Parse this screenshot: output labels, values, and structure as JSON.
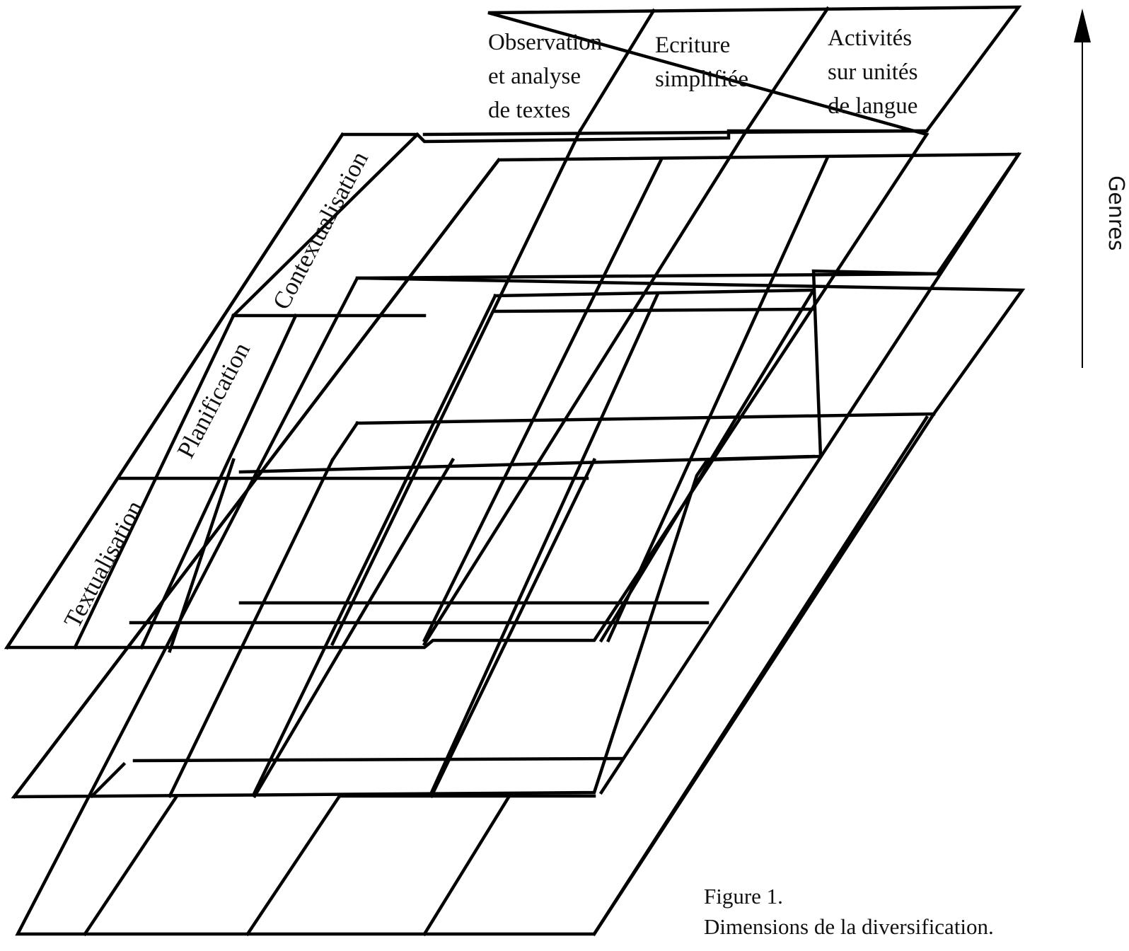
{
  "columns": [
    {
      "lines": [
        "Observation",
        "et analyse",
        "de textes"
      ]
    },
    {
      "lines": [
        "Ecriture",
        "simplifiée"
      ]
    },
    {
      "lines": [
        "Activités",
        "sur unités",
        "de langue"
      ]
    }
  ],
  "rows": [
    {
      "label": "Contextualisation"
    },
    {
      "label": "Planification"
    },
    {
      "label": "Textualisation"
    }
  ],
  "axis": {
    "label": "Genres",
    "direction": "up"
  },
  "caption": {
    "line1": "Figure 1.",
    "line2": "Dimensions de la diversification."
  },
  "colors": {
    "ink": "#000000",
    "paper": "#ffffff"
  }
}
